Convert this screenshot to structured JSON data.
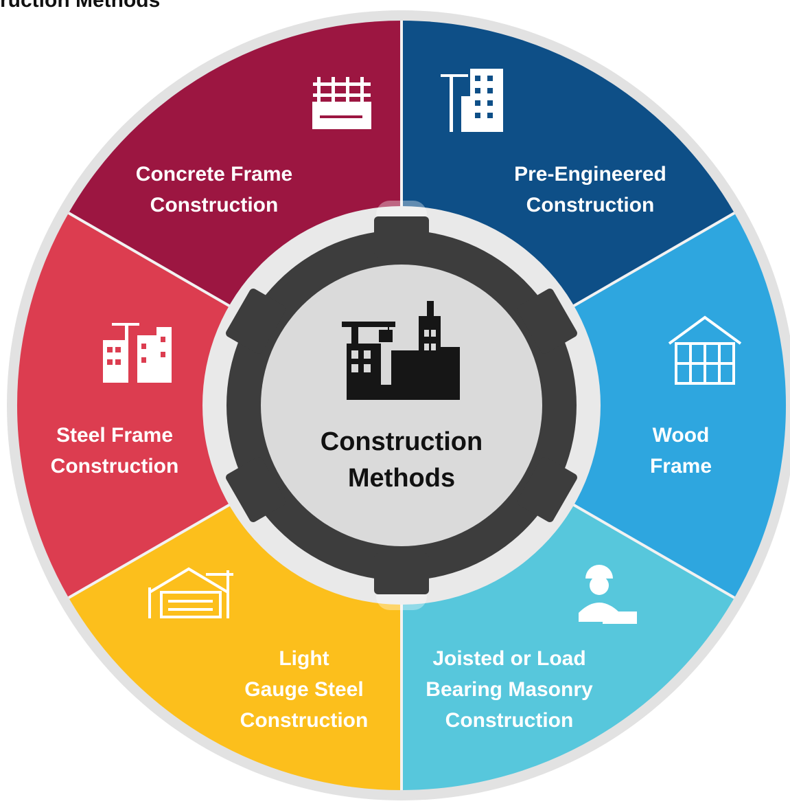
{
  "title": "ruction Methods",
  "hub": {
    "line1": "Construction",
    "line2": "Methods"
  },
  "segments": [
    {
      "id": "concrete",
      "lines": [
        "Concrete Frame",
        "Construction"
      ],
      "color": "#9c1641",
      "icon": "concrete-slab-icon"
    },
    {
      "id": "pre-engineered",
      "lines": [
        "Pre-Engineered",
        "Construction"
      ],
      "color": "#0e4f87",
      "icon": "crane-building-icon"
    },
    {
      "id": "wood",
      "lines": [
        "Wood",
        "Frame"
      ],
      "color": "#2ea6df",
      "icon": "wood-house-icon"
    },
    {
      "id": "masonry",
      "lines": [
        "Joisted or Load",
        "Bearing Masonry",
        "Construction"
      ],
      "color": "#57c7dc",
      "icon": "worker-icon"
    },
    {
      "id": "light-gauge",
      "lines": [
        "Light",
        "Gauge Steel",
        "Construction"
      ],
      "color": "#fcbf1c",
      "icon": "construction-site-icon"
    },
    {
      "id": "steel",
      "lines": [
        "Steel Frame",
        "Construction"
      ],
      "color": "#dc3d50",
      "icon": "steel-structure-icon"
    }
  ],
  "colors": {
    "gear": "#3d3d3d",
    "hub": "#dadada",
    "ring": "#e2e2e2",
    "divider": "#f2f2f2"
  }
}
